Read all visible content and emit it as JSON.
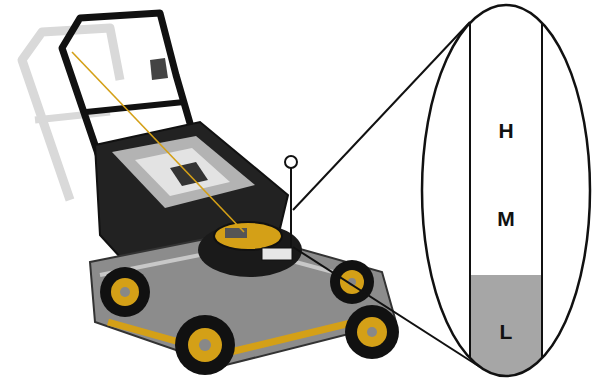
{
  "diagram": {
    "nodes": [
      {
        "text": [
          "H",
          "M",
          "L"
        ]
      }
    ]
  }
}
